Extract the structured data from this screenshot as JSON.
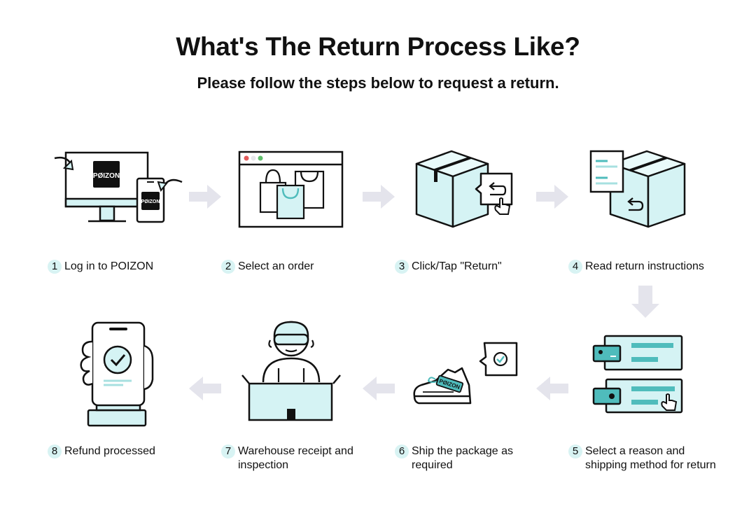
{
  "header": {
    "title": "What's The Return Process Like?",
    "subtitle": "Please follow the steps below to request a return."
  },
  "brand": {
    "logo_text": "PØIZON",
    "shoe_tag_text": "PØIZON"
  },
  "colors": {
    "accent_fill": "#d5f3f4",
    "accent_dark": "#4fbcbc",
    "outline": "#111111",
    "arrow": "#e4e4ec",
    "badge": "#d8f3f3"
  },
  "steps": [
    {
      "number": "1",
      "label": "Log in to POIZON",
      "icon": "monitor-phone-login-icon"
    },
    {
      "number": "2",
      "label": "Select an order",
      "icon": "browser-shopping-bags-icon"
    },
    {
      "number": "3",
      "label": "Click/Tap \"Return\"",
      "icon": "box-return-tap-icon"
    },
    {
      "number": "4",
      "label": "Read return instructions",
      "icon": "document-box-return-icon"
    },
    {
      "number": "5",
      "label": "Select a reason and shipping method for return",
      "icon": "option-cards-icon"
    },
    {
      "number": "6",
      "label": "Ship the package as required",
      "icon": "sneaker-check-icon"
    },
    {
      "number": "7",
      "label": "Warehouse receipt and inspection",
      "icon": "warehouse-worker-icon"
    },
    {
      "number": "8",
      "label": "Refund processed",
      "icon": "phone-refund-check-icon"
    }
  ]
}
